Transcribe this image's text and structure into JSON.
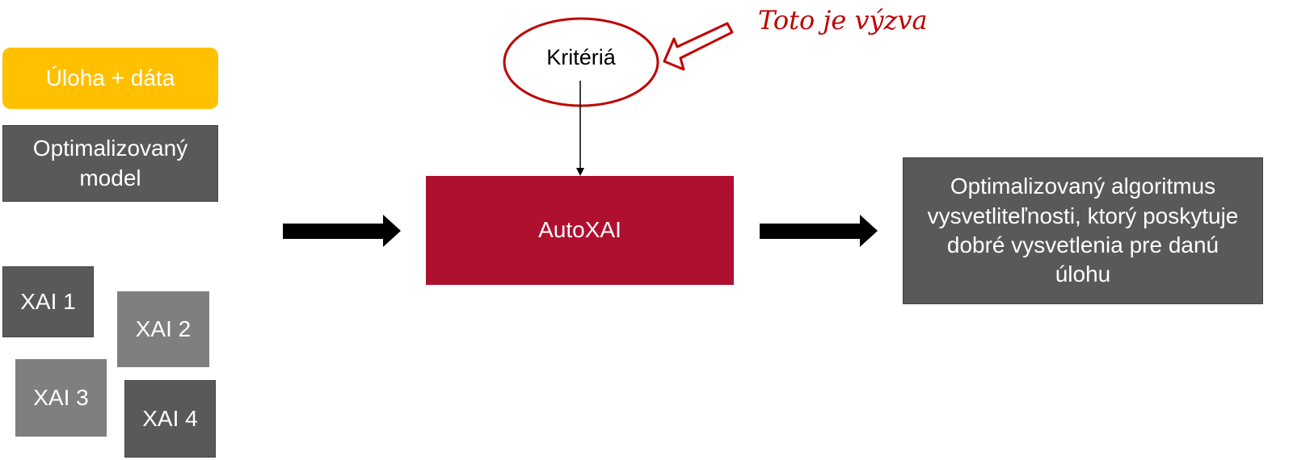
{
  "inputs": {
    "task_data": "Úloha + dáta",
    "optimized_model": "Optimalizovaný model",
    "xai": [
      "XAI 1",
      "XAI 2",
      "XAI 3",
      "XAI 4"
    ]
  },
  "center": {
    "label": "AutoXAI",
    "criteria": "Kritériá"
  },
  "annotation": "Toto je výzva",
  "output": "Optimalizovaný algoritmus vysvetliteľnosti, ktorý poskytuje dobré vysvetlenia pre danú úlohu",
  "colors": {
    "yellow": "#ffc000",
    "dark": "#595959",
    "light": "#7f7f7f",
    "autoxai": "#b01030",
    "red": "#c00000"
  }
}
